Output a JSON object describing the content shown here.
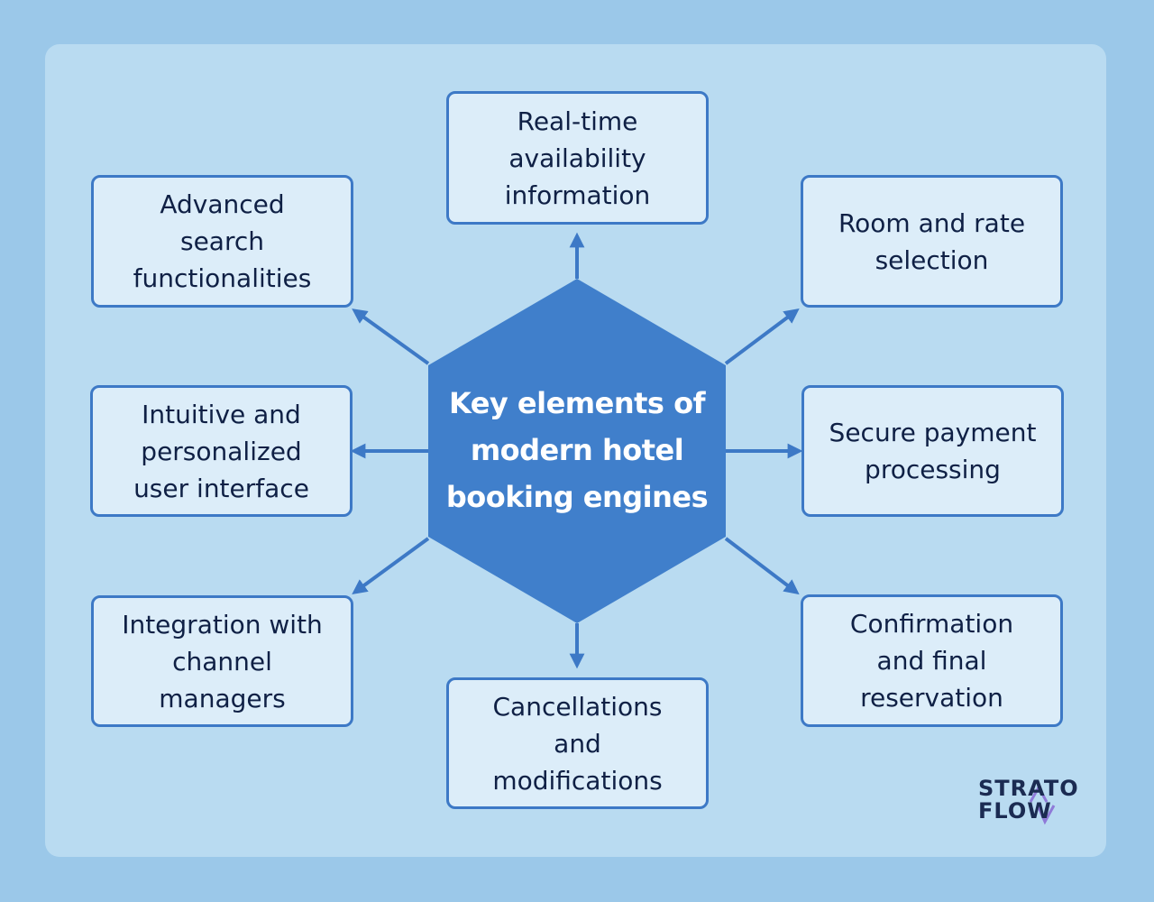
{
  "hub": {
    "label": "Key elements of\nmodern hotel\nbooking engines"
  },
  "elements": {
    "top": "Real-time\navailability\ninformation",
    "top_right": "Room and rate\nselection",
    "right": "Secure payment\nprocessing",
    "bottom_right": "Confirmation\nand final\nreservation",
    "bottom": "Cancellations\nand\nmodifications",
    "bottom_left": "Integration with\nchannel\nmanagers",
    "left": "Intuitive and\npersonalized\nuser interface",
    "top_left": "Advanced\nsearch\nfunctionalities"
  },
  "logo": {
    "line1": "STRATO",
    "line2": "FLOW"
  },
  "colors": {
    "page_background": "#9bc8e9",
    "panel_background": "#b9dbf1",
    "hub_fill": "#407fcb",
    "box_fill": "#dcedf9",
    "box_border": "#3d79c6",
    "text_dark": "#0f2045",
    "logo_accent": "#8f7ad8"
  }
}
